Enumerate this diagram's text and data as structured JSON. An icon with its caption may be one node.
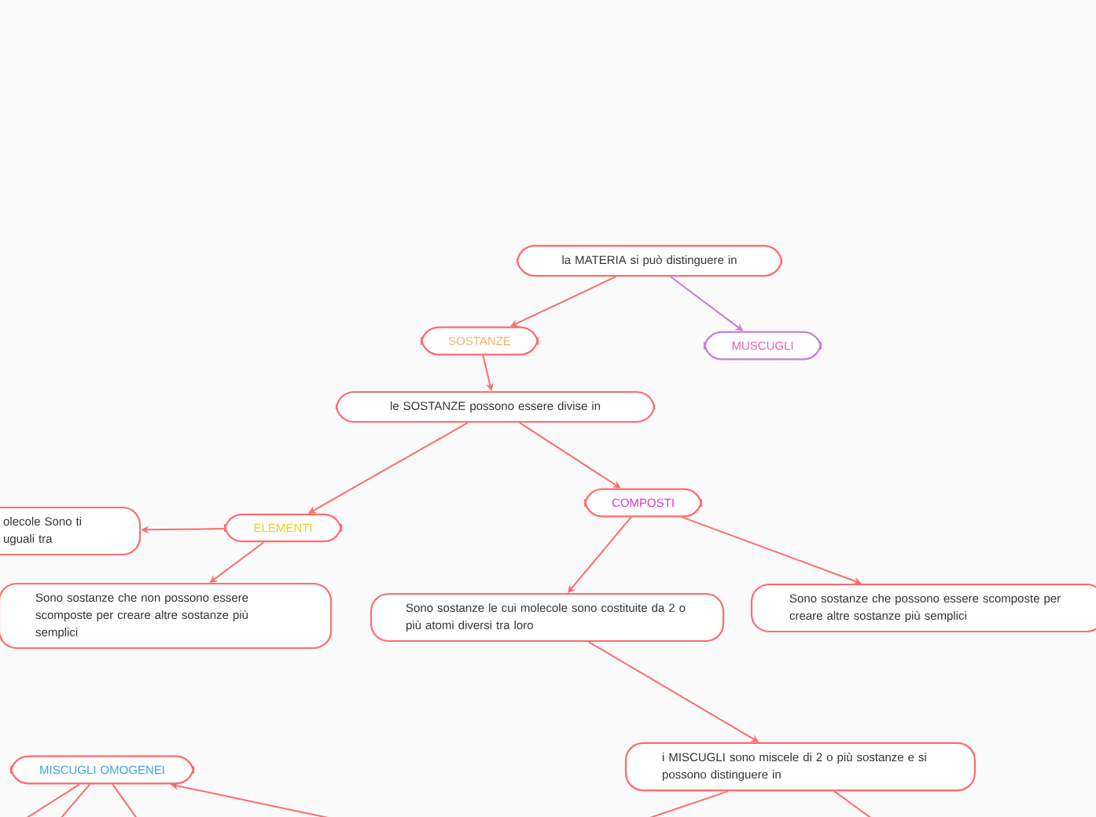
{
  "diagram": {
    "nodes": [
      {
        "text": [
          "la MATERIA si può distinguere in"
        ]
      },
      {
        "text": [
          "SOSTANZE"
        ]
      },
      {
        "text": [
          "MUSCUGLI"
        ]
      },
      {
        "text": [
          "le SOSTANZE possono essere divise in"
        ]
      },
      {
        "text": [
          "olecole Sono ti uguali tra"
        ]
      },
      {
        "text": [
          "ELEMENTI"
        ]
      },
      {
        "text": [
          "Sono sostanze che non possono essere scomposte per creare altre sostanze più semplici"
        ]
      },
      {
        "text": [
          "COMPOSTI"
        ]
      },
      {
        "text": [
          "Sono sostanze le cui molecole sono costituite da 2 o più atomi diversi tra loro"
        ]
      },
      {
        "text": [
          "Sono sostanze che possono essere scomposte per creare altre sostanze più semplici"
        ]
      },
      {
        "text": [
          "MISCUGLI OMOGENEI"
        ]
      },
      {
        "text": [
          "i MISCUGLI  sono miscele di 2 o più sostanze e si possono distinguere in"
        ]
      }
    ],
    "edges": [
      {
        "from": 0,
        "to": 1,
        "arrow": "to"
      },
      {
        "from": 0,
        "to": 2,
        "arrow": "to",
        "color": "#c77ddb"
      },
      {
        "from": 1,
        "to": 3,
        "arrow": "to"
      },
      {
        "from": 3,
        "to": 5,
        "arrow": "to"
      },
      {
        "from": 3,
        "to": 7,
        "arrow": "to"
      },
      {
        "from": 5,
        "to": 4,
        "arrow": "to"
      },
      {
        "from": 5,
        "to": 6,
        "arrow": "to"
      },
      {
        "from": 7,
        "to": 8,
        "arrow": "to"
      },
      {
        "from": 7,
        "to": 9,
        "arrow": "to"
      },
      {
        "from": 8,
        "to": 11,
        "arrow": "to"
      },
      {
        "from": null,
        "to": 10,
        "arrow": "to"
      },
      {
        "from": 10,
        "to": null,
        "arrow": "none"
      },
      {
        "from": 10,
        "to": null,
        "arrow": "none"
      },
      {
        "from": 10,
        "to": null,
        "arrow": "none"
      },
      {
        "from": 11,
        "to": null,
        "arrow": "none"
      },
      {
        "from": 11,
        "to": null,
        "arrow": "none"
      }
    ]
  }
}
